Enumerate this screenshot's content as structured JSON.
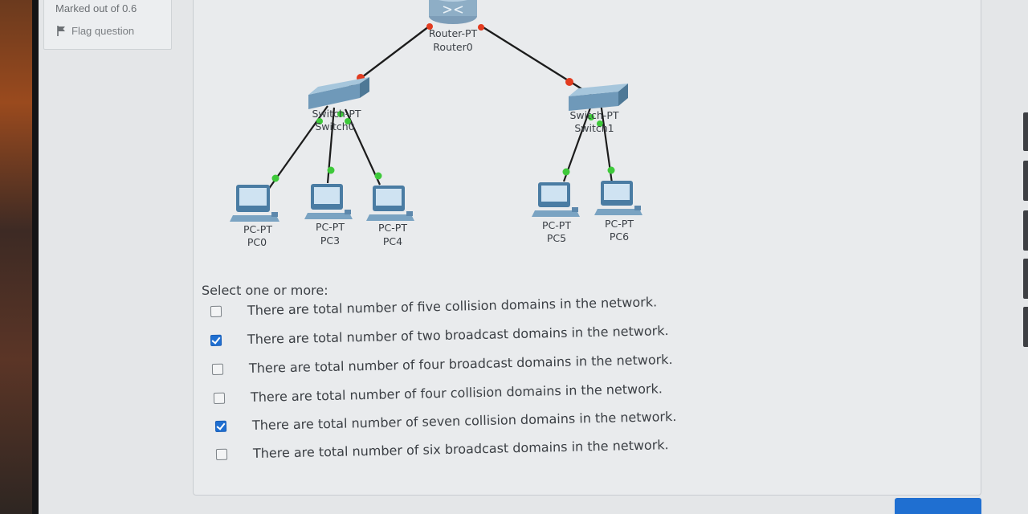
{
  "info": {
    "marked": "Marked out of 0.6",
    "flag": "Flag question"
  },
  "network": {
    "router": {
      "model": "Router-PT",
      "name": "Router0"
    },
    "switches": [
      {
        "model": "Switch-PT",
        "name": "Switch0"
      },
      {
        "model": "Switch-PT",
        "name": "Switch1"
      }
    ],
    "pcs": [
      {
        "model": "PC-PT",
        "name": "PC0"
      },
      {
        "model": "PC-PT",
        "name": "PC3"
      },
      {
        "model": "PC-PT",
        "name": "PC4"
      },
      {
        "model": "PC-PT",
        "name": "PC5"
      },
      {
        "model": "PC-PT",
        "name": "PC6"
      }
    ],
    "link_colors": {
      "up": "#3ec93a",
      "down": "#e23b1f"
    }
  },
  "question": {
    "prompt": "Select one or more:",
    "options": [
      {
        "text": "There are total number of five collision domains in the network.",
        "checked": false
      },
      {
        "text": "There are total number of two broadcast domains in the network.",
        "checked": true
      },
      {
        "text": "There are total number of four broadcast domains in the network.",
        "checked": false
      },
      {
        "text": "There are total number of four collision domains in the network.",
        "checked": false
      },
      {
        "text": "There are total number of seven collision domains in the network.",
        "checked": true
      },
      {
        "text": "There are total number of six broadcast domains in the network.",
        "checked": false
      }
    ]
  },
  "colors": {
    "accent": "#1f6fd1"
  }
}
